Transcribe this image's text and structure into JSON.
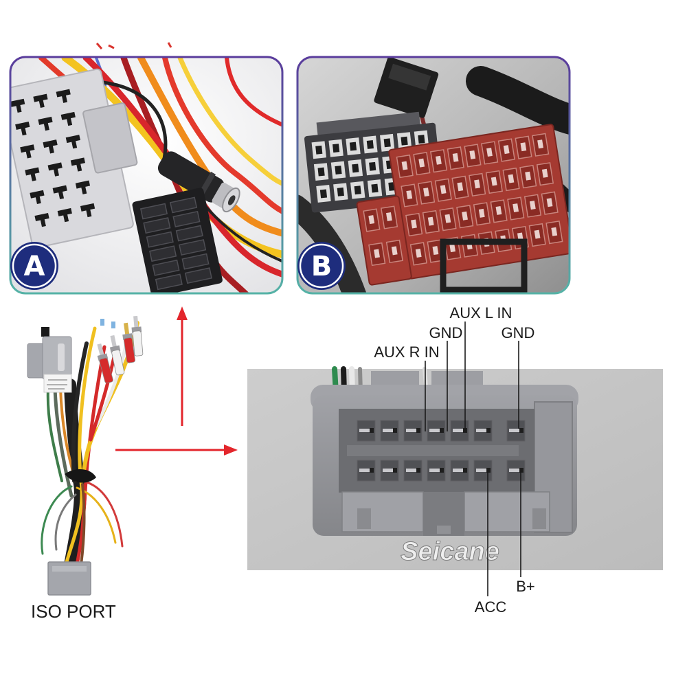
{
  "panel_a": {
    "badge": "A"
  },
  "panel_b": {
    "badge": "B"
  },
  "harness": {
    "label": "ISO PORT"
  },
  "pinout": {
    "aux_l_in": "AUX L IN",
    "gnd_left": "GND",
    "gnd_right": "GND",
    "aux_r_in": "AUX R IN",
    "acc": "ACC",
    "b_plus": "B+"
  },
  "watermark": "Seicane",
  "colors": {
    "arrow": "#e3262c",
    "badge_fill": "#1e2d7d",
    "border_top": "#5a3c9c",
    "border_bottom": "#55b2a6",
    "label_text": "#1a1a1a"
  }
}
